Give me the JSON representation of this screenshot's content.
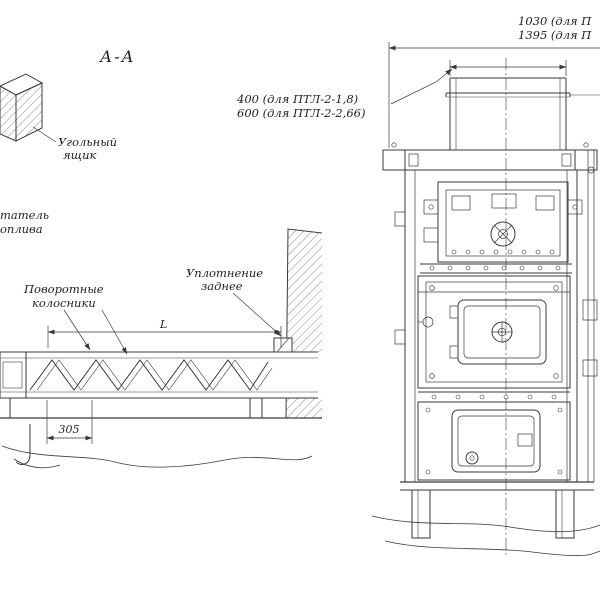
{
  "page": {
    "background": "#ffffff",
    "ink": "#3a3a3a"
  },
  "drawing": {
    "section_label": "А-А",
    "coal_box_label": {
      "line1": "Угольный",
      "line2": "ящик"
    },
    "feeder_label": {
      "line1": "татель",
      "line2": "оплива"
    },
    "grates_label": {
      "line1": "Поворотные",
      "line2": "колосники"
    },
    "seal_label": {
      "line1": "Уплотнение",
      "line2": "заднее"
    },
    "dims": {
      "d305": "305",
      "dL": "L",
      "d400": "400 (для ПТЛ-2-1,8)",
      "d600": "600 (для ПТЛ-2-2,66)",
      "d1030": "1030 (для П",
      "d1395": "1395 (для П"
    }
  }
}
